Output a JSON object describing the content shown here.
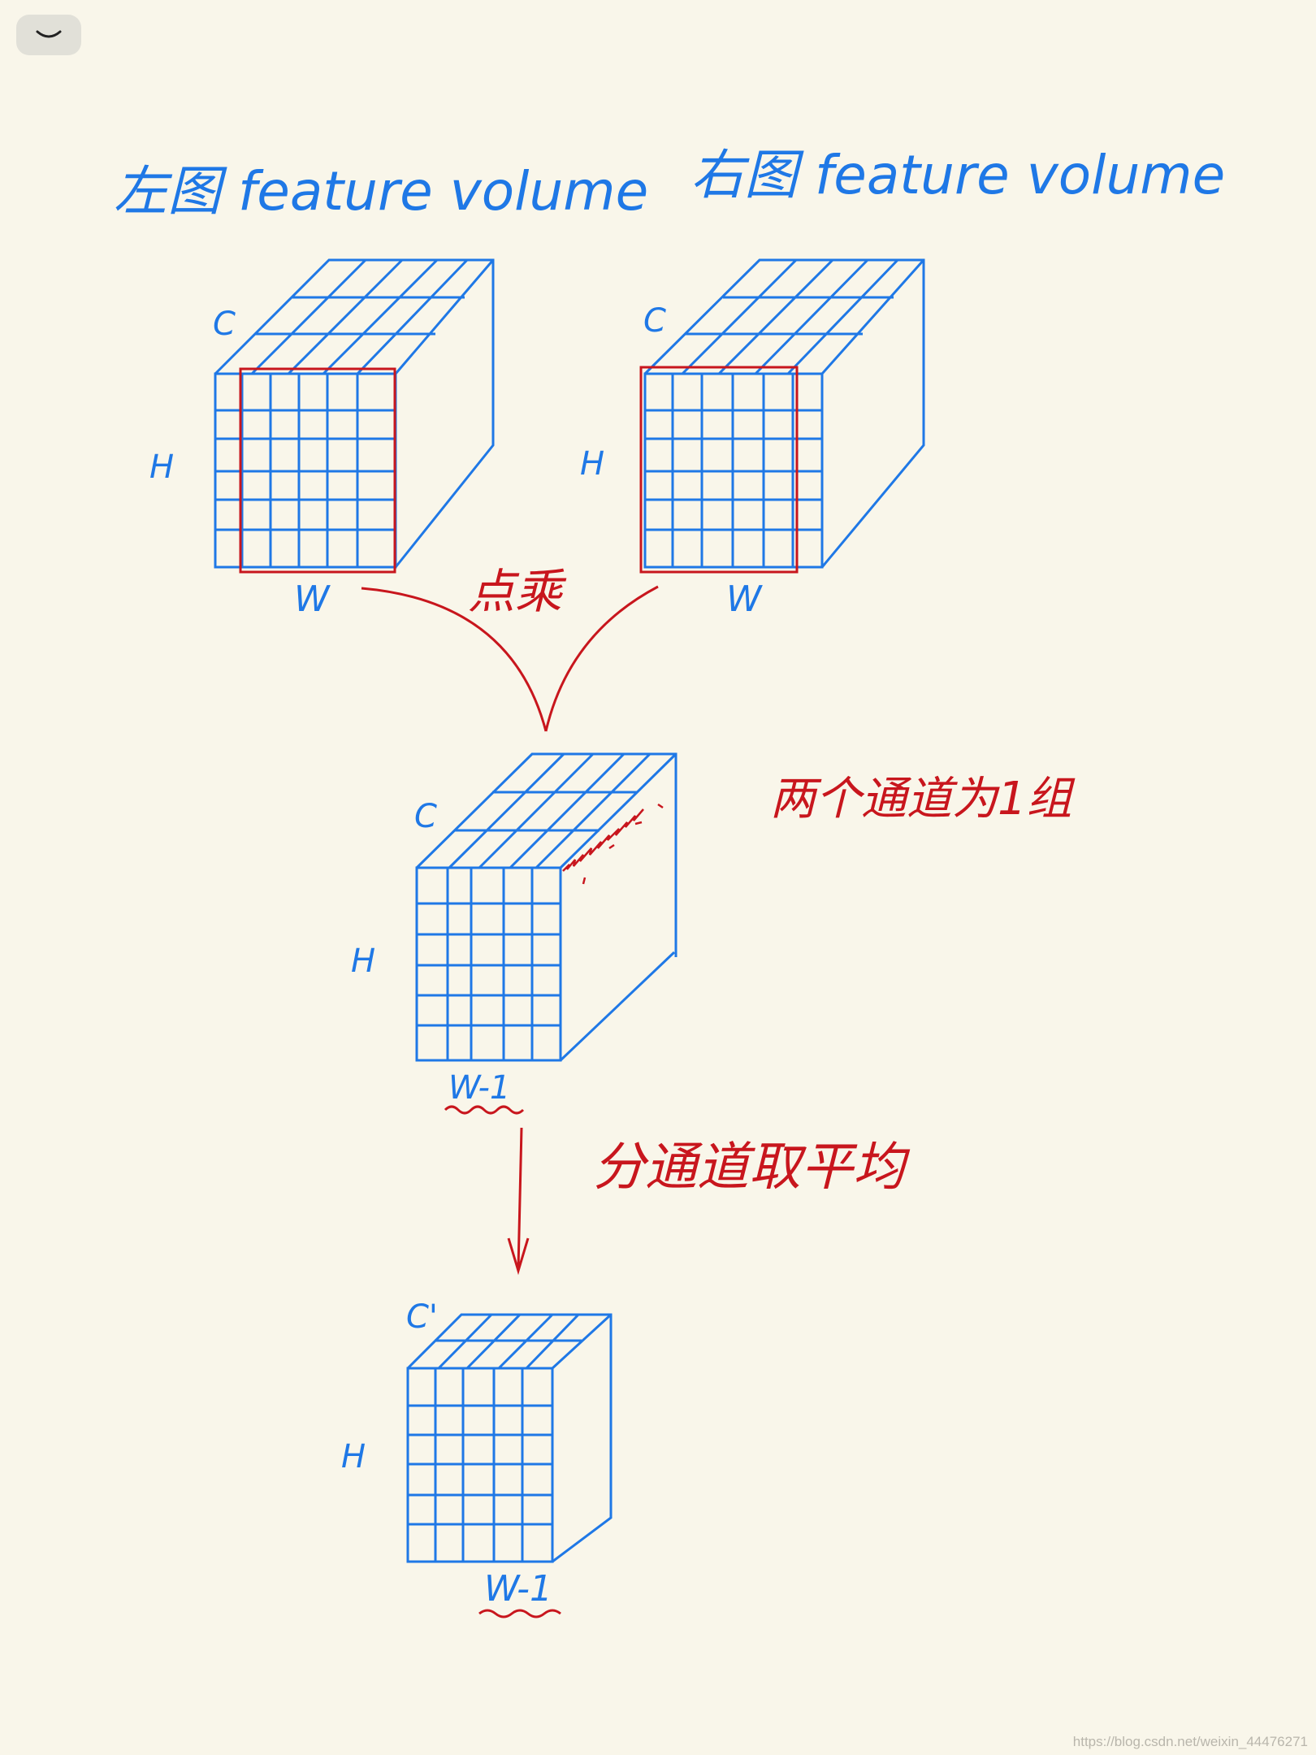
{
  "toolbar": {
    "collapse_icon": "chevron-down-icon"
  },
  "titles": {
    "left": "左图 feature volume",
    "right": "右图 feature volume"
  },
  "labels": {
    "c": "C",
    "c_prime": "C'",
    "h": "H",
    "w": "W",
    "w_minus_1": "W-1"
  },
  "annotations": {
    "dot_product": "点乘",
    "group_note": "两个通道为1组",
    "average_note": "分通道取平均"
  },
  "watermark": "https://blog.csdn.net/weixin_44476271",
  "colors": {
    "background": "#f9f6ea",
    "ink_blue": "#1f78e6",
    "ink_red": "#c8161d"
  }
}
